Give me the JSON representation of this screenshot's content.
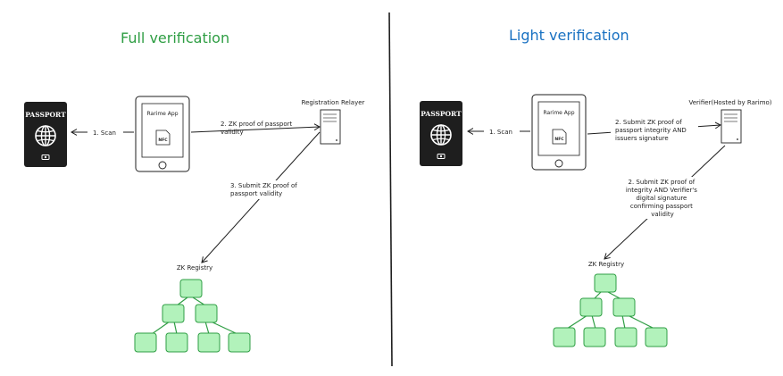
{
  "colors": {
    "full_title": "#2f9e44",
    "light_title": "#1971c2",
    "node_fill": "#b2f2bb",
    "node_stroke": "#2f9e44",
    "ink": "#1e1e1e",
    "passport": "#1e1e1e"
  },
  "full": {
    "title": "Full verification",
    "passport_label": "PASSPORT",
    "phone_app": "Rarime App",
    "phone_nfc": "NFC",
    "scan": "1. Scan",
    "server_label": "Registration Relayer",
    "step2_lines": [
      "2. ZK proof of passport",
      "validity"
    ],
    "step3_lines": [
      "3. Submit ZK proof of",
      "passport validity"
    ],
    "registry_label": "ZK Registry"
  },
  "light": {
    "title": "Light verification",
    "passport_label": "PASSPORT",
    "phone_app": "Rarime App",
    "phone_nfc": "NFC",
    "scan": "1. Scan",
    "server_label": "Verifier(Hosted by Rarimo)",
    "step2_lines": [
      "2. Submit ZK proof of",
      "passport integrity AND",
      "issuers signature"
    ],
    "step3_lines": [
      "2. Submit ZK proof of",
      "integrity AND Verifier's",
      "digital signature",
      "confirming passport",
      "validity"
    ],
    "registry_label": "ZK Registry"
  }
}
